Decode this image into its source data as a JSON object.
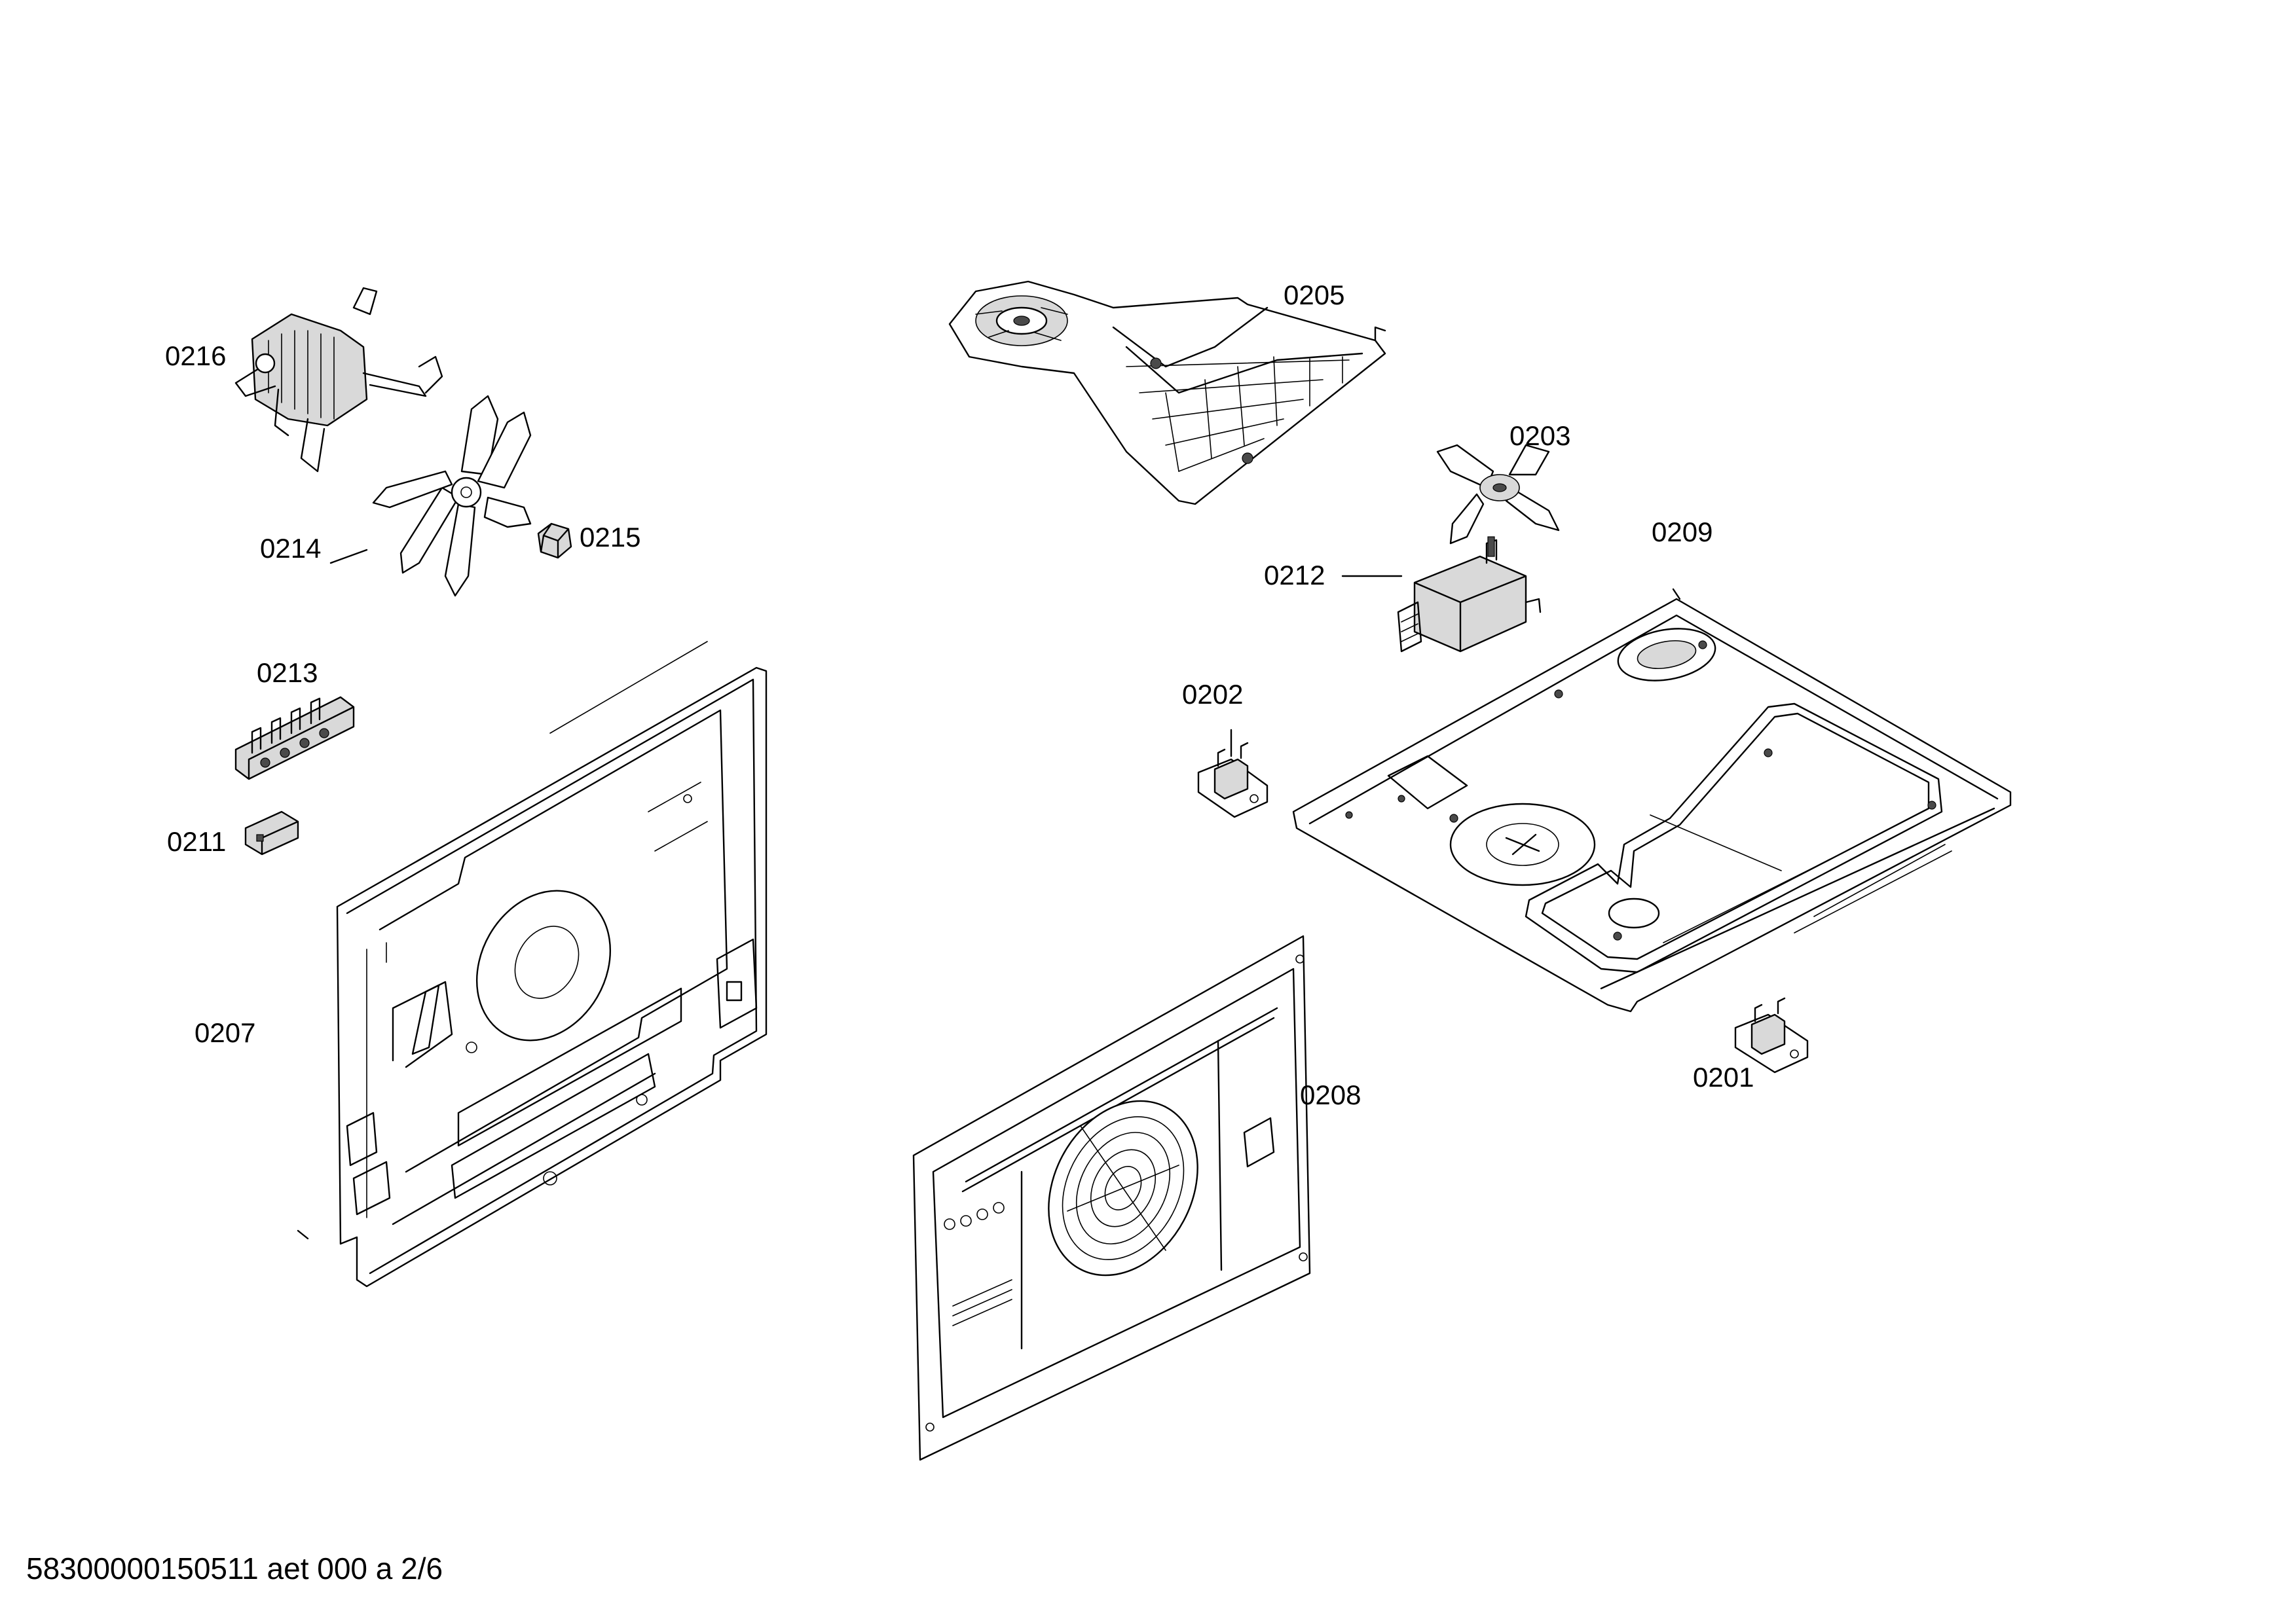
{
  "callouts": {
    "p0201": "0201",
    "p0202": "0202",
    "p0203": "0203",
    "p0205": "0205",
    "p0207": "0207",
    "p0208": "0208",
    "p0209": "0209",
    "p0211": "0211",
    "p0212": "0212",
    "p0213": "0213",
    "p0214": "0214",
    "p0215": "0215",
    "p0216": "0216"
  },
  "footer": {
    "doc_ref": "58300000150511 aet 000 a 2/6"
  },
  "colors": {
    "line": "#000000",
    "background": "#ffffff",
    "shade": "#d9d9d9"
  }
}
